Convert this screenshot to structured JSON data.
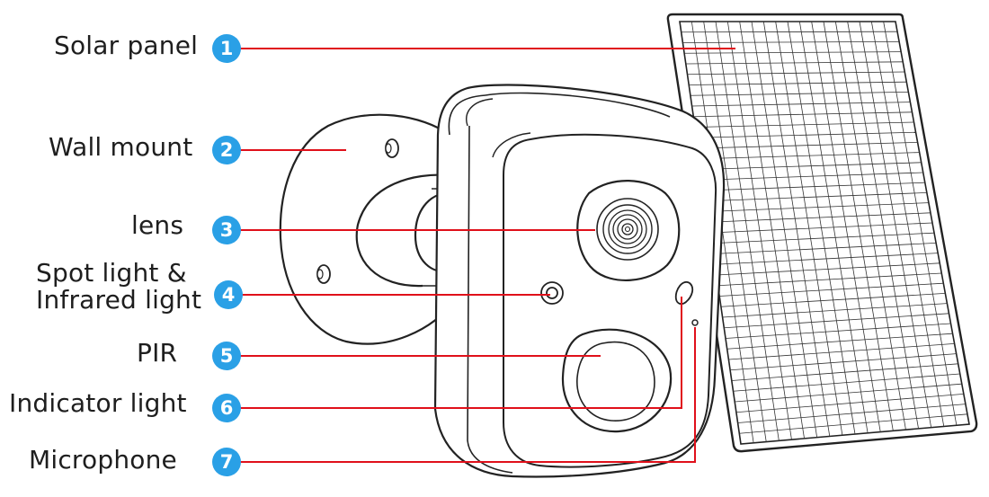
{
  "callouts": [
    {
      "number": "1",
      "label": "Solar panel"
    },
    {
      "number": "2",
      "label": "Wall mount"
    },
    {
      "number": "3",
      "label": "lens"
    },
    {
      "number": "4",
      "label_line1": "Spot light &",
      "label_line2": "Infrared light"
    },
    {
      "number": "5",
      "label": "PIR"
    },
    {
      "number": "6",
      "label": "Indicator light"
    },
    {
      "number": "7",
      "label": "Microphone"
    }
  ],
  "colors": {
    "badge": "#2aa0e6",
    "leader": "#e0101a",
    "outline": "#222222",
    "text": "#1e1e1e"
  }
}
